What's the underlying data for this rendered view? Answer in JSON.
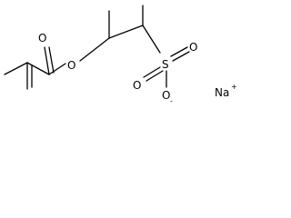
{
  "molecule": {
    "atom_labels": {
      "carbonyl_oxygen": "O",
      "ester_oxygen": "O",
      "sulfur": "S",
      "sulfonyl_oxygen_upper": "O",
      "sulfonyl_oxygen_left": "O",
      "sulfonate_oxygen": "O",
      "sodium": "Na"
    },
    "charges": {
      "sulfonate_oxygen": "-",
      "sodium": "+"
    }
  }
}
